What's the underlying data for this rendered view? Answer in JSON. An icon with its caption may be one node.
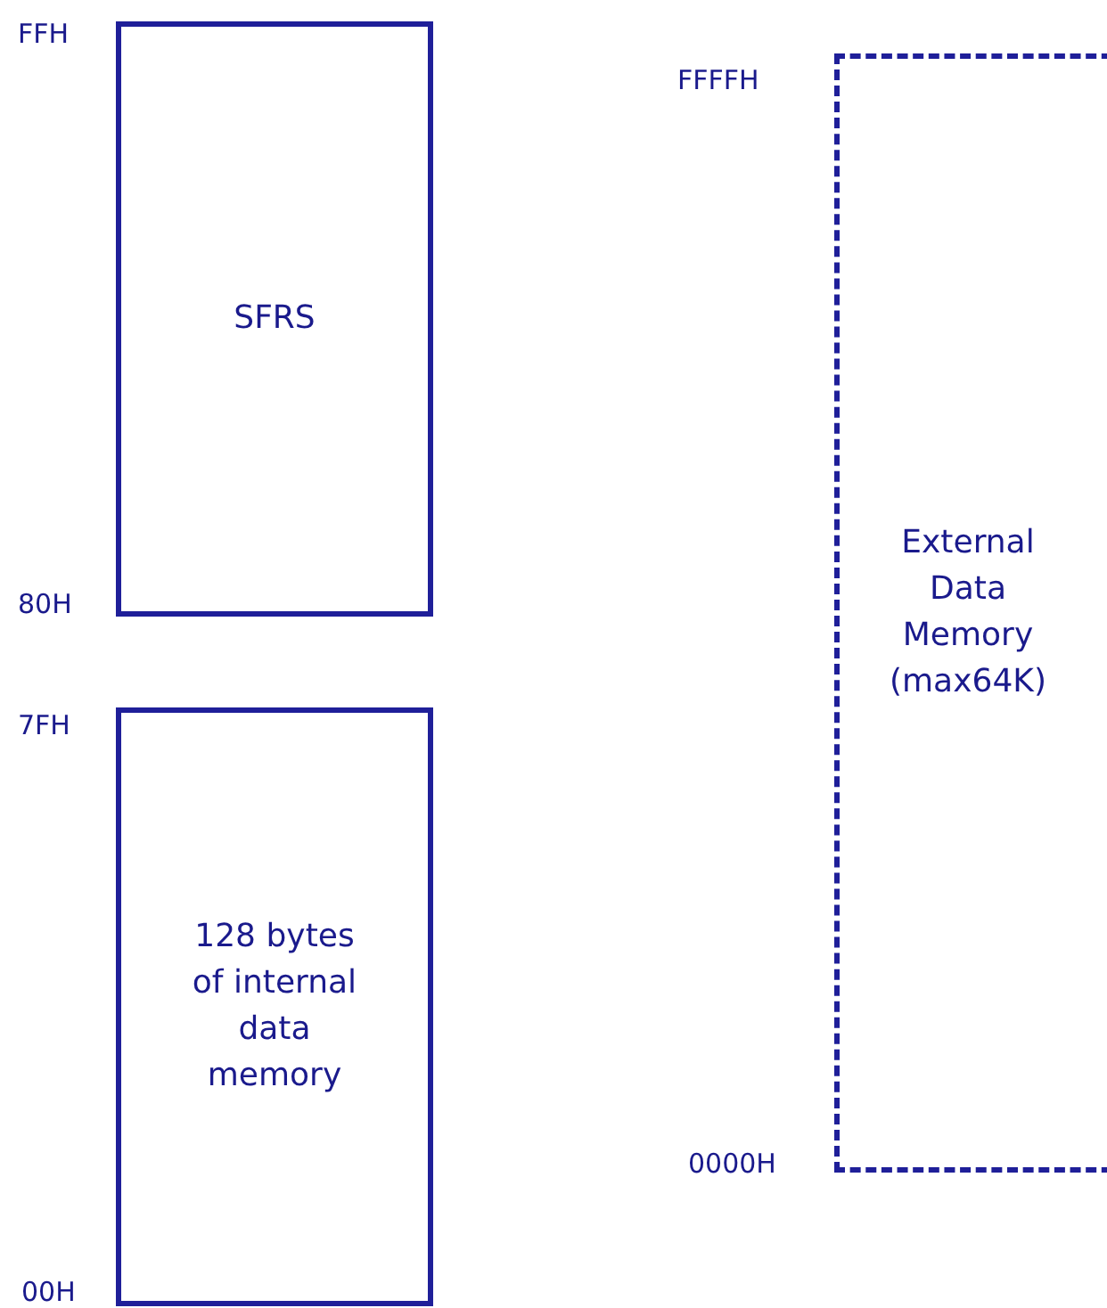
{
  "diagram": {
    "nodes": [
      {
        "text": [
          "SFRS"
        ],
        "beside": [
          "FFH",
          "80H"
        ]
      },
      {
        "text": [
          "128 bytes of internal data memory"
        ],
        "beside": [
          "7FH",
          "00H"
        ]
      },
      {
        "text": [
          "External Data Memory (max64K)"
        ],
        "beside": [
          "FFFFH",
          "0000H"
        ]
      }
    ]
  }
}
